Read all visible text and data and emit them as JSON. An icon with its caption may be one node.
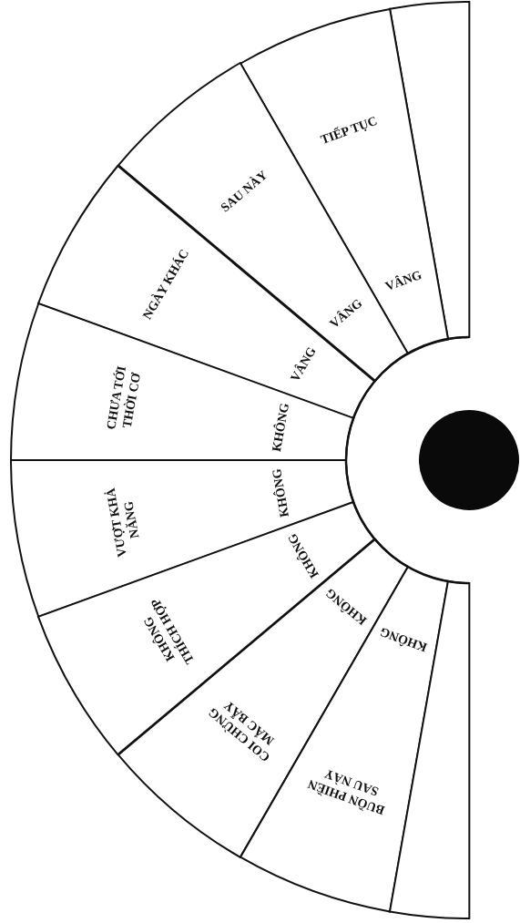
{
  "diagram": {
    "nodes": [
      {
        "text": [],
        "shape": "box"
      },
      {
        "text": [
          "TIẾP TỤC",
          "VÂNG"
        ]
      },
      {
        "text": [
          "SAU NÀY",
          "VÂNG"
        ]
      },
      {
        "text": [
          "NGÀY KHÁC",
          "VÂNG"
        ]
      },
      {
        "text": [
          "CHƯA TỚI THỜI CƠ",
          "KHÔNG"
        ]
      },
      {
        "text": [
          "VƯỢT KHẢ NĂNG",
          "KHÔNG"
        ]
      },
      {
        "text": [
          "KHÔNG THÍCH HỢP",
          "KHÔNG"
        ]
      },
      {
        "text": [
          "COI CHỪNG MẮC BẪY",
          "KHÔNG"
        ]
      },
      {
        "text": [
          "BUỒN PHIỀN SAU NÀY",
          "KHÔNG"
        ]
      },
      {
        "text": [],
        "shape": "box"
      },
      {
        "text": [],
        "shape": "band"
      },
      {
        "text": [],
        "shape": "circle"
      }
    ]
  }
}
